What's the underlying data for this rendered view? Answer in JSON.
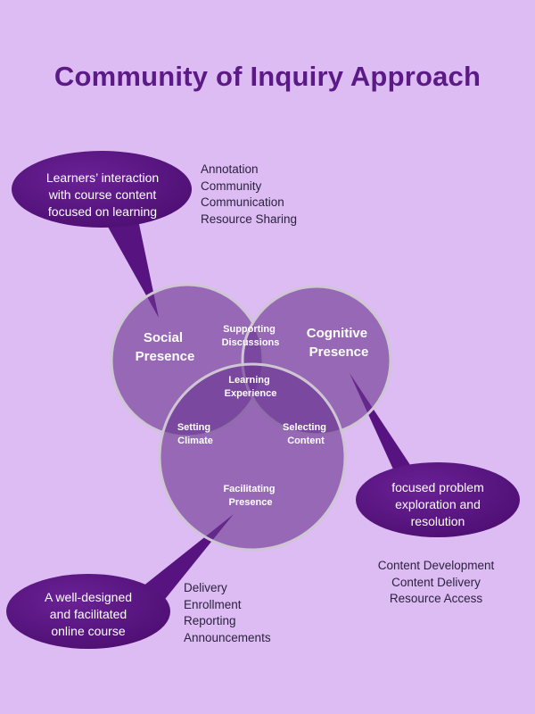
{
  "title": "Community of Inquiry Approach",
  "colors": {
    "background": "#dcbcf2",
    "title": "#5b1a86",
    "bubble": "#57137f",
    "circle_fill": "#7a4a9c",
    "circle_stroke": "#c8c0cc"
  },
  "circles": {
    "social": "Social Presence",
    "social_line1": "Social",
    "social_line2": "Presence",
    "cognitive_line1": "Cognitive",
    "cognitive_line2": "Presence",
    "facilitating_line1": "Facilitating",
    "facilitating_line2": "Presence"
  },
  "overlaps": {
    "supporting_line1": "Supporting",
    "supporting_line2": "Discussions",
    "learning_line1": "Learning",
    "learning_line2": "Experience",
    "setting_line1": "Setting",
    "setting_line2": "Climate",
    "selecting_line1": "Selecting",
    "selecting_line2": "Content"
  },
  "bubbles": {
    "social": [
      "Learners’ interaction",
      "with course content",
      "focused on learning"
    ],
    "cognitive": [
      "focused problem",
      "exploration and",
      "resolution"
    ],
    "facilitating": [
      "A well-designed",
      "and facilitated",
      "online course"
    ]
  },
  "lists": {
    "social": [
      "Annotation",
      "Community",
      "Communication",
      "Resource Sharing"
    ],
    "cognitive": [
      "Content Development",
      "Content Delivery",
      "Resource Access"
    ],
    "facilitating": [
      "Delivery",
      "Enrollment",
      "Reporting",
      "Announcements"
    ]
  }
}
